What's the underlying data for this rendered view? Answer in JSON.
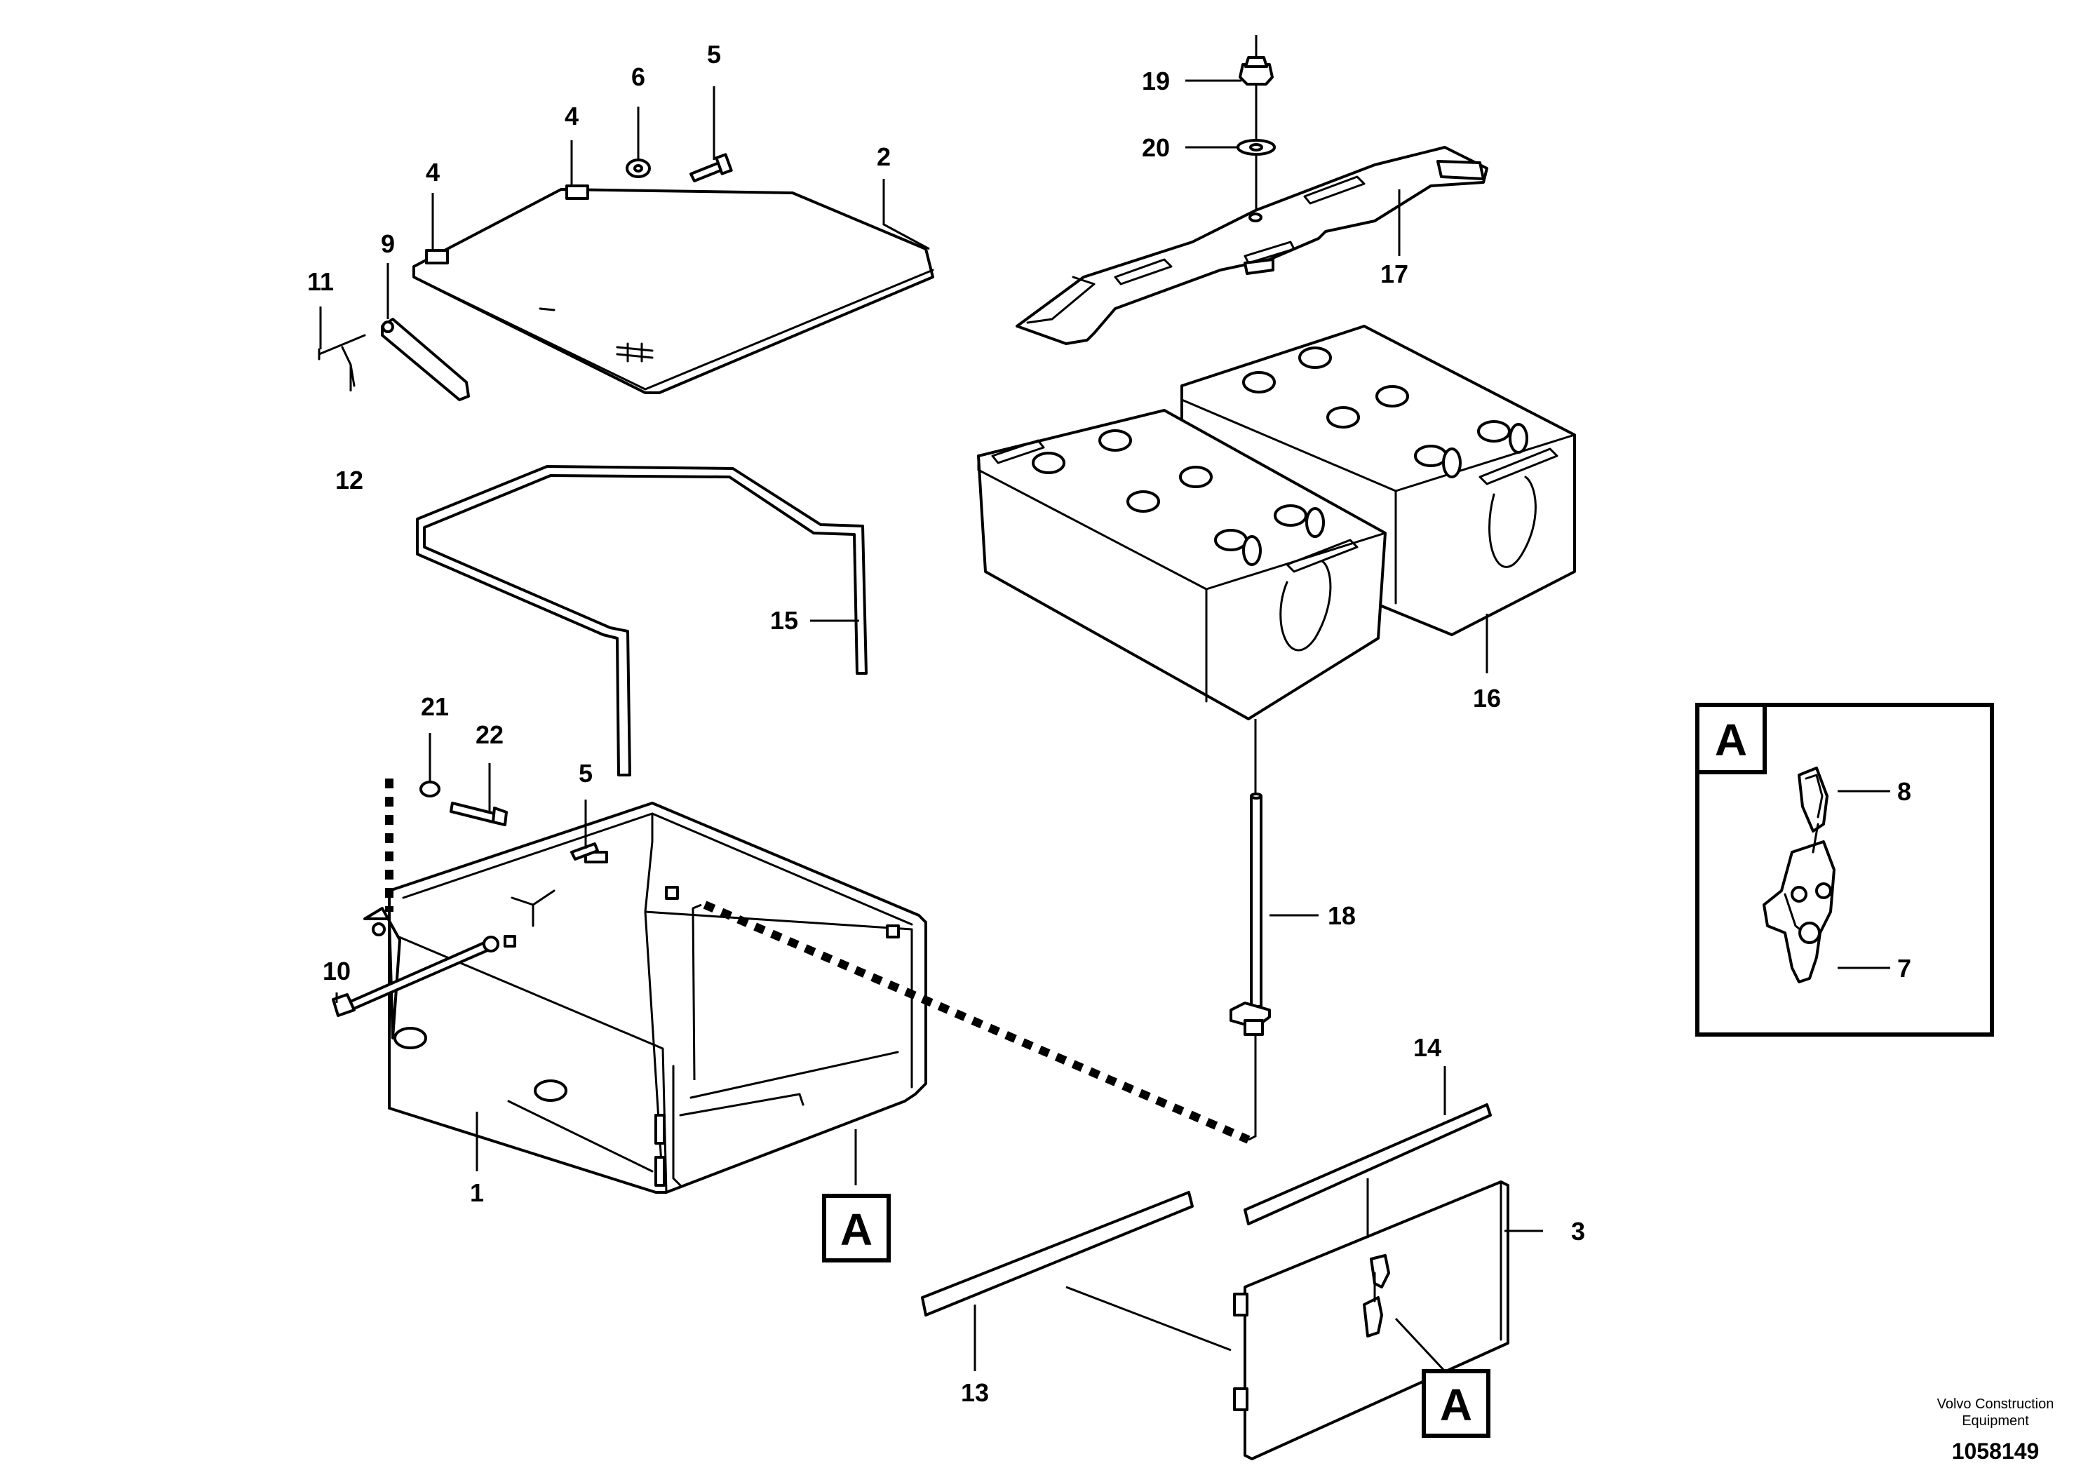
{
  "labels": {
    "p1": "1",
    "p2": "2",
    "p3": "3",
    "p4a": "4",
    "p4b": "4",
    "p5a": "5",
    "p5b": "5",
    "p6": "6",
    "p7": "7",
    "p8": "8",
    "p9": "9",
    "p10": "10",
    "p11": "11",
    "p12": "12",
    "p13": "13",
    "p14": "14",
    "p15": "15",
    "p16": "16",
    "p17": "17",
    "p18": "18",
    "p19": "19",
    "p20": "20",
    "p21": "21",
    "p22": "22"
  },
  "callouts": {
    "detail": "A",
    "box_ref": "A",
    "door_ref": "A"
  },
  "footer": {
    "company_line1": "Volvo Construction",
    "company_line2": "Equipment",
    "drawing_number": "1058149"
  }
}
